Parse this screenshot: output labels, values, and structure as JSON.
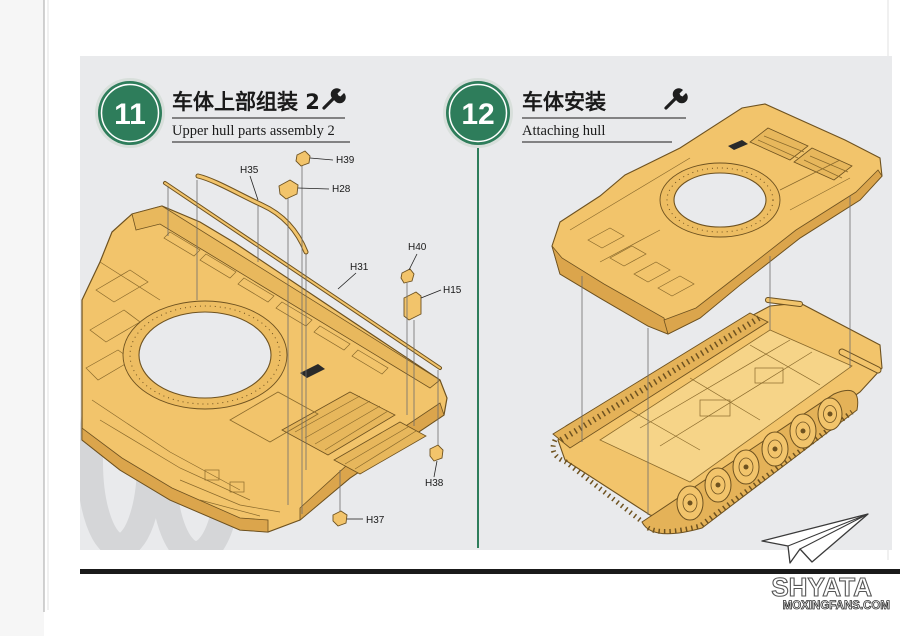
{
  "page": {
    "colors": {
      "accent_green": "#2e7d5b",
      "part_tan": "#f2c46b",
      "panel_gray": "#e9eaec",
      "rule_black": "#1a1a1a"
    }
  },
  "steps": [
    {
      "number": "11",
      "title": "车体上部组装 2",
      "subtitle": "Upper hull parts assembly 2",
      "icon": "wrench-icon"
    },
    {
      "number": "12",
      "title": "车体安装",
      "subtitle": "Attaching hull",
      "icon": "wrench-icon"
    }
  ],
  "parts": [
    {
      "label": "H35"
    },
    {
      "label": "H39"
    },
    {
      "label": "H28"
    },
    {
      "label": "H31"
    },
    {
      "label": "H40"
    },
    {
      "label": "H15"
    },
    {
      "label": "H38"
    },
    {
      "label": "H37"
    }
  ],
  "watermark": {
    "brand": "SHYATA",
    "site": "MOXINGFANS.COM",
    "icon": "paper-plane-icon"
  }
}
